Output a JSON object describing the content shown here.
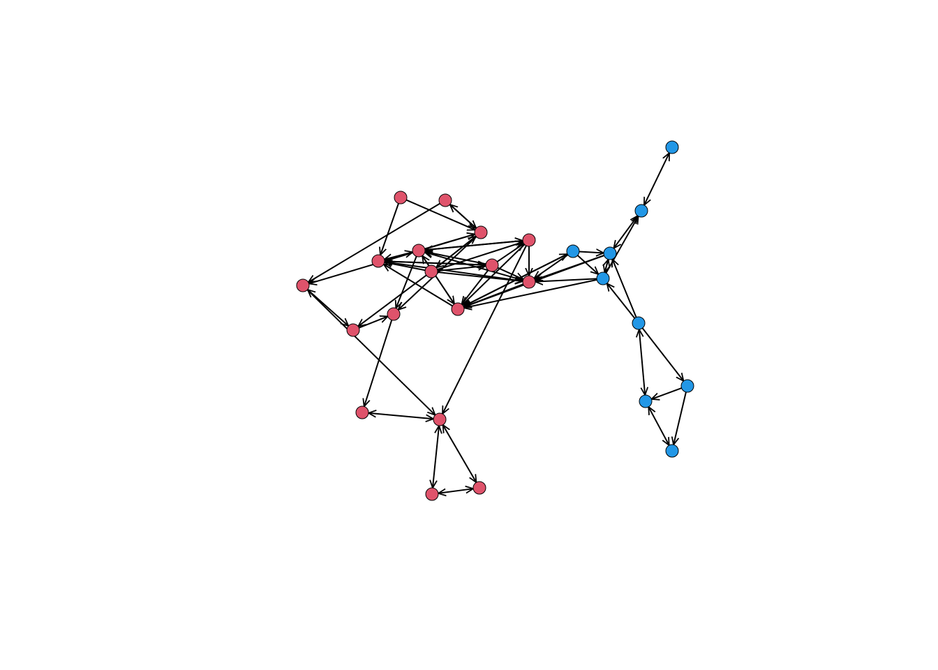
{
  "graph": {
    "directed": true,
    "groups": [
      {
        "id": "A",
        "color": "#DF536B"
      },
      {
        "id": "B",
        "color": "#2297E6"
      }
    ],
    "nodes": [
      {
        "id": "r1",
        "group": "A"
      },
      {
        "id": "r2",
        "group": "A"
      },
      {
        "id": "r3",
        "group": "A"
      },
      {
        "id": "r4",
        "group": "A"
      },
      {
        "id": "r5",
        "group": "A"
      },
      {
        "id": "r6",
        "group": "A"
      },
      {
        "id": "r7",
        "group": "A"
      },
      {
        "id": "r8",
        "group": "A"
      },
      {
        "id": "r9",
        "group": "A"
      },
      {
        "id": "r10",
        "group": "A"
      },
      {
        "id": "r11",
        "group": "A"
      },
      {
        "id": "r12",
        "group": "A"
      },
      {
        "id": "r13",
        "group": "A"
      },
      {
        "id": "r14",
        "group": "A"
      },
      {
        "id": "r15",
        "group": "A"
      },
      {
        "id": "r16",
        "group": "A"
      },
      {
        "id": "r17",
        "group": "A"
      },
      {
        "id": "r18",
        "group": "A"
      },
      {
        "id": "b1",
        "group": "B"
      },
      {
        "id": "b2",
        "group": "B"
      },
      {
        "id": "b3",
        "group": "B"
      },
      {
        "id": "b4",
        "group": "B"
      },
      {
        "id": "b5",
        "group": "B"
      },
      {
        "id": "b6",
        "group": "B"
      },
      {
        "id": "b7",
        "group": "B"
      },
      {
        "id": "b8",
        "group": "B"
      },
      {
        "id": "b9",
        "group": "B"
      }
    ],
    "edges": [
      {
        "from": "r1",
        "to": "r5"
      },
      {
        "from": "r1",
        "to": "r3"
      },
      {
        "from": "r2",
        "to": "r5"
      },
      {
        "from": "r2",
        "to": "r11"
      },
      {
        "from": "r3",
        "to": "r4",
        "both": true
      },
      {
        "from": "r3",
        "to": "r7"
      },
      {
        "from": "r3",
        "to": "r9"
      },
      {
        "from": "r4",
        "to": "r5"
      },
      {
        "from": "r4",
        "to": "r8"
      },
      {
        "from": "r4",
        "to": "r10"
      },
      {
        "from": "r4",
        "to": "r13"
      },
      {
        "from": "r5",
        "to": "r6"
      },
      {
        "from": "r5",
        "to": "r13"
      },
      {
        "from": "r5",
        "to": "r11"
      },
      {
        "from": "r5",
        "to": "r2"
      },
      {
        "from": "r6",
        "to": "r5"
      },
      {
        "from": "r6",
        "to": "r12"
      },
      {
        "from": "r6",
        "to": "r7"
      },
      {
        "from": "r6",
        "to": "r9"
      },
      {
        "from": "r6",
        "to": "r3"
      },
      {
        "from": "r6",
        "to": "r8"
      },
      {
        "from": "r7",
        "to": "r3"
      },
      {
        "from": "r7",
        "to": "r4"
      },
      {
        "from": "r7",
        "to": "r8"
      },
      {
        "from": "r7",
        "to": "r9"
      },
      {
        "from": "r7",
        "to": "r10"
      },
      {
        "from": "r8",
        "to": "r4"
      },
      {
        "from": "r8",
        "to": "r9"
      },
      {
        "from": "r8",
        "to": "r10"
      },
      {
        "from": "r8",
        "to": "r15"
      },
      {
        "from": "r9",
        "to": "r4"
      },
      {
        "from": "r9",
        "to": "r10"
      },
      {
        "from": "r10",
        "to": "r4"
      },
      {
        "from": "r10",
        "to": "r3"
      },
      {
        "from": "r10",
        "to": "b1"
      },
      {
        "from": "r11",
        "to": "r12",
        "both": true
      },
      {
        "from": "r11",
        "to": "r15"
      },
      {
        "from": "r12",
        "to": "r13"
      },
      {
        "from": "r13",
        "to": "r14"
      },
      {
        "from": "r14",
        "to": "r15",
        "both": true
      },
      {
        "from": "r15",
        "to": "r16",
        "both": true
      },
      {
        "from": "r15",
        "to": "r17",
        "both": true
      },
      {
        "from": "r16",
        "to": "r17",
        "both": true
      },
      {
        "from": "b1",
        "to": "r9"
      },
      {
        "from": "b1",
        "to": "r10"
      },
      {
        "from": "b1",
        "to": "b2"
      },
      {
        "from": "b1",
        "to": "b3"
      },
      {
        "from": "b2",
        "to": "r9"
      },
      {
        "from": "b2",
        "to": "r10"
      },
      {
        "from": "b2",
        "to": "b3"
      },
      {
        "from": "b2",
        "to": "b4",
        "both": true
      },
      {
        "from": "b3",
        "to": "r9"
      },
      {
        "from": "b3",
        "to": "r10"
      },
      {
        "from": "b3",
        "to": "b2"
      },
      {
        "from": "b3",
        "to": "b4"
      },
      {
        "from": "b5",
        "to": "b4",
        "both": true
      },
      {
        "from": "b6",
        "to": "b2"
      },
      {
        "from": "b6",
        "to": "b3"
      },
      {
        "from": "b6",
        "to": "b7",
        "both": true
      },
      {
        "from": "b6",
        "to": "b8"
      },
      {
        "from": "b8",
        "to": "b7"
      },
      {
        "from": "b8",
        "to": "b9"
      },
      {
        "from": "b7",
        "to": "b9",
        "both": true
      }
    ]
  }
}
